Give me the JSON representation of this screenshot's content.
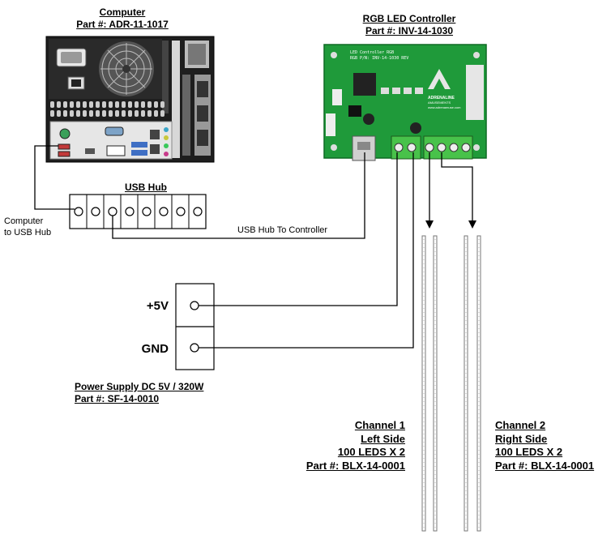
{
  "computer": {
    "title": "Computer",
    "part": "Part #: ADR-11-1017"
  },
  "controller": {
    "title": "RGB LED Controller",
    "part": "Part #: INV-14-1030",
    "board_text_1": "LED Controller RGB",
    "board_text_2": "RGB P/N: INV-14-1030 REV",
    "board_brand": "ADRENALINE",
    "board_sub": "AMUSEMENTS",
    "board_url": "www.adrenamuse.com"
  },
  "usb_hub": {
    "title": "USB Hub",
    "port_count": 8
  },
  "labels": {
    "computer_to_hub_1": "Computer",
    "computer_to_hub_2": "to USB Hub",
    "hub_to_controller": "USB Hub To Controller"
  },
  "power_supply": {
    "plus_label": "+5V",
    "gnd_label": "GND",
    "title": "Power Supply DC 5V / 320W",
    "part": "Part #: SF-14-0010"
  },
  "channel1": {
    "line1": "Channel 1",
    "line2": "Left Side",
    "line3": "100 LEDS X 2",
    "line4": "Part #: BLX-14-0001"
  },
  "channel2": {
    "line1": "Channel 2",
    "line2": "Right Side",
    "line3": "100 LEDS X 2",
    "line4": "Part #: BLX-14-0001"
  },
  "colors": {
    "line": "#000000",
    "board_green": "#1f9a3a",
    "board_dark": "#0f6a24",
    "connector_green": "#48c24a",
    "computer_body": "#222222"
  }
}
